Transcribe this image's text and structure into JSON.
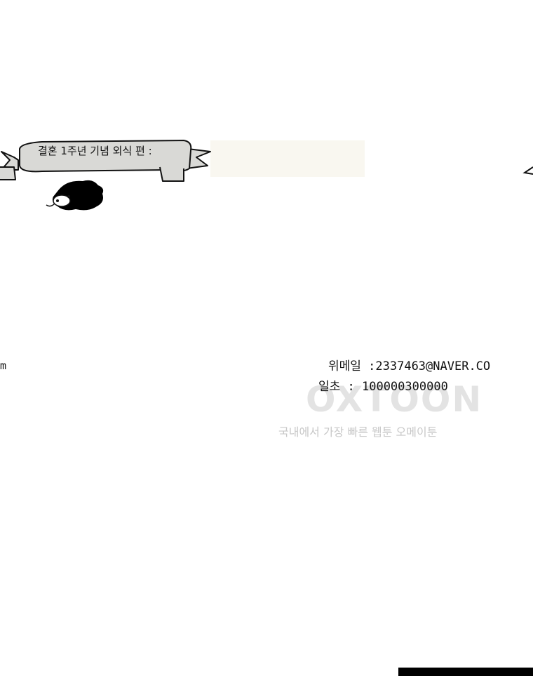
{
  "banner": {
    "text": "결혼 1주년 기념 외식 편 :"
  },
  "contact": {
    "left_fragment": "m",
    "email": "위메일 :2337463@NAVER.CO",
    "account": "일초 : 100000300000"
  },
  "watermark": {
    "text": "OXTOON",
    "tagline": "국내에서 가장 빠른 웹툰 오메이툰"
  },
  "colors": {
    "banner_fill": "#d9d9d6",
    "ink": "#111111",
    "watermark": "#e3e3e3",
    "tagline": "#c8c8c8"
  },
  "icons": {
    "mascot": "dog-head-icon"
  }
}
